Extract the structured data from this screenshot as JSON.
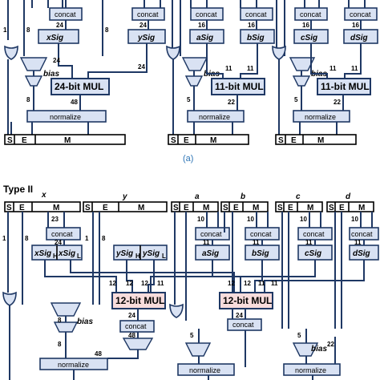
{
  "caption_a": "(a)",
  "type2_title": "Type II",
  "inputs": [
    "x",
    "y",
    "a",
    "b",
    "c",
    "d"
  ],
  "fields": {
    "s": "S",
    "e": "E",
    "m": "M"
  },
  "concat": "concat",
  "normalize": "normalize",
  "bias": "bias",
  "type1": {
    "sigs": [
      "xSig",
      "ySig",
      "aSig",
      "bSig",
      "cSig",
      "dSig"
    ],
    "mul24": "24-bit MUL",
    "mul11a": "11-bit MUL",
    "mul11b": "11-bit MUL",
    "widths": {
      "w1": "1",
      "w8": "8",
      "w24": "24",
      "w48": "48",
      "w16": "16",
      "w11": "11",
      "w22": "22",
      "w5": "5"
    }
  },
  "type2": {
    "sig_x": [
      "xSig",
      "H",
      "xSig",
      "L"
    ],
    "sig_y": [
      "ySig",
      "H",
      "ySig",
      "L"
    ],
    "sigs": [
      "aSig",
      "bSig",
      "cSig",
      "dSig"
    ],
    "mul12a": "12-bit MUL",
    "mul12b": "12-bit MUL",
    "widths": {
      "w23": "23",
      "w24": "24",
      "w12": "12",
      "w10": "10",
      "w11": "11",
      "w48": "48",
      "w5": "5",
      "w22": "22",
      "w8": "8",
      "w1": "1"
    }
  }
}
